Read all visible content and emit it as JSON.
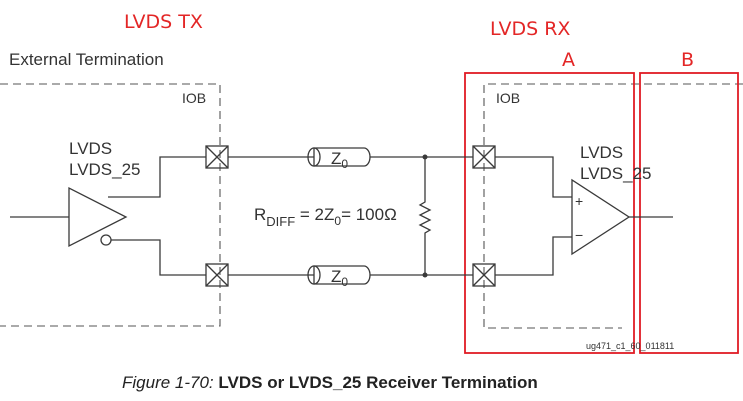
{
  "labels": {
    "tx_title": "LVDS TX",
    "rx_title": "LVDS RX",
    "box_a": "A",
    "box_b": "B",
    "external_termination": "External Termination",
    "iob_left": "IOB",
    "iob_right": "IOB",
    "tx_standard_1": "LVDS",
    "tx_standard_2": "LVDS_25",
    "rx_standard_1": "LVDS",
    "rx_standard_2": "LVDS_25",
    "z0_top_main": "Z",
    "z0_top_sub": "0",
    "z0_bottom_main": "Z",
    "z0_bottom_sub": "0",
    "rdiff_r": "R",
    "rdiff_sub": "DIFF",
    "rdiff_eq1": " = 2Z",
    "rdiff_sub0": "0",
    "rdiff_eq2": "= 100Ω",
    "plus": "+",
    "minus": "−",
    "figure_id": "ug471_c1_60_011811"
  },
  "caption": {
    "prefix": "Figure 1-70:",
    "title": "LVDS or LVDS_25 Receiver Termination"
  },
  "colors": {
    "annotation_red": "#e32626",
    "line_gray": "#3a3a3a"
  }
}
